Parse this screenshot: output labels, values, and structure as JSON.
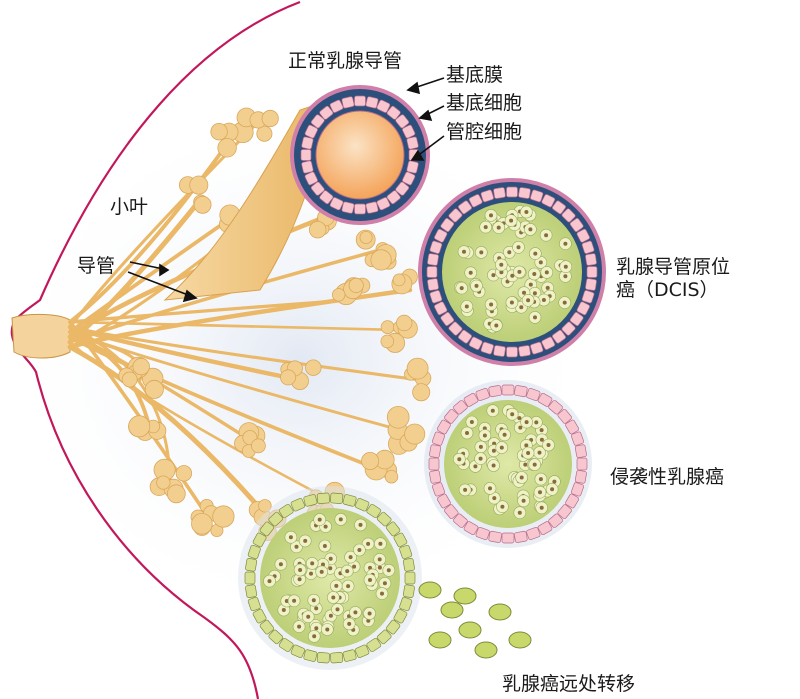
{
  "labels": {
    "normal_duct": "正常乳腺导管",
    "basement_membrane": "基底膜",
    "basal_cells": "基底细胞",
    "luminal_cells": "管腔细胞",
    "lobule": "小叶",
    "duct": "导管",
    "dcis_line1": "乳腺导管原位",
    "dcis_line2": "癌（DCIS）",
    "invasive": "侵袭性乳腺癌",
    "metastasis": "乳腺癌远处转移"
  },
  "colors": {
    "skin_outline": "#c2185b",
    "duct_tissue": "#f2c77a",
    "lobule": "#f3cf8f",
    "basement_membrane": "#cf7fa8",
    "basal_cell": "#2c4f7c",
    "luminal_cell": "#f7c6cf",
    "lumen": "#f4a45a",
    "tumor_cell": "#c9d98a",
    "background_glow": "#dfe6f2"
  }
}
